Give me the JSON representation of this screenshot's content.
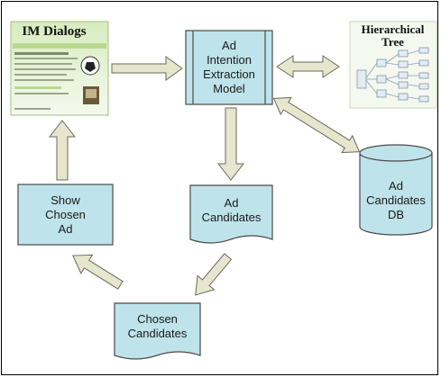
{
  "im_dialogs": {
    "title": "IM  Dialogs"
  },
  "hierarchical_tree": {
    "title_line1": "Hierarchical",
    "title_line2": "Tree"
  },
  "extraction_model": {
    "line1": "Ad",
    "line2": "Intention",
    "line3": "Extraction",
    "line4": "Model"
  },
  "ad_candidates": {
    "line1": "Ad",
    "line2": "Candidates"
  },
  "ad_candidates_db": {
    "line1": "Ad",
    "line2": "Candidates",
    "line3": "DB"
  },
  "show_chosen_ad": {
    "line1": "Show",
    "line2": "Chosen",
    "line3": "Ad"
  },
  "chosen_candidates": {
    "line1": "Chosen",
    "line2": "Candidates"
  },
  "colors": {
    "box_fill": "#bfe3ea",
    "arrow_fill": "#e6e6cf",
    "screenshot_bg": "#e9f3d6",
    "tree_bg": "#f4f8ef"
  }
}
